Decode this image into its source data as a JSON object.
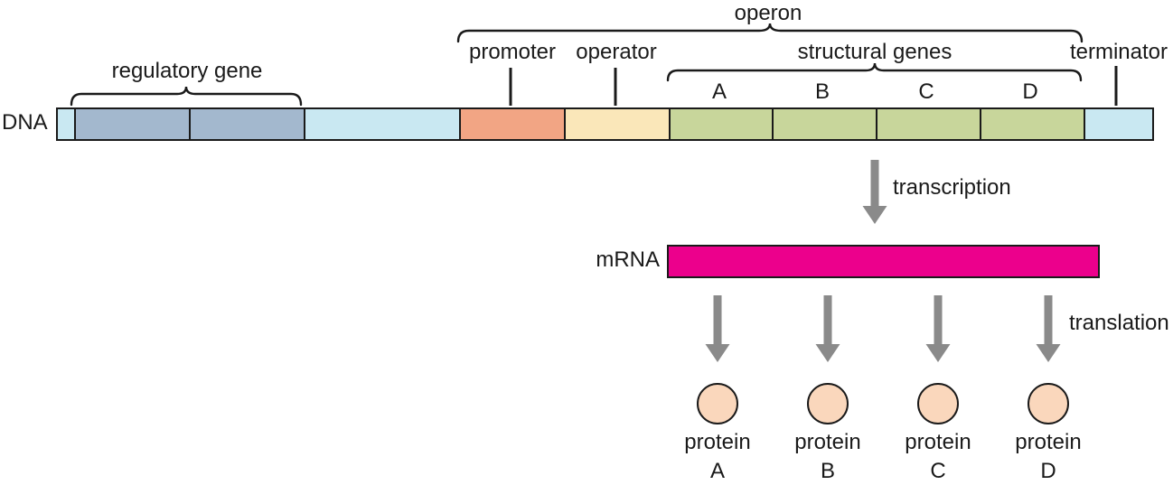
{
  "diagram": {
    "dna": "DNA",
    "operon": "operon",
    "regulatory_gene": "regulatory gene",
    "promoter": "promoter",
    "operator": "operator",
    "structural_genes": "structural genes",
    "terminator": "terminator",
    "transcription": "transcription",
    "mrna": "mRNA",
    "translation": "translation"
  },
  "genes": [
    "A",
    "B",
    "C",
    "D"
  ],
  "proteins": [
    {
      "word": "protein",
      "letter": "A"
    },
    {
      "word": "protein",
      "letter": "B"
    },
    {
      "word": "protein",
      "letter": "C"
    },
    {
      "word": "protein",
      "letter": "D"
    }
  ],
  "colors": {
    "dna_backbone_blue": "#C9E8F2",
    "regulatory_gene_blue_gray": "#A3B8CE",
    "promoter_salmon": "#F2A584",
    "operator_cream": "#FAE7B9",
    "structural_gene_green": "#C8D69B",
    "terminator_blue": "#C9E8F2",
    "mrna_magenta": "#EC008C",
    "protein_peach": "#FAD7BC",
    "arrow_gray": "#8A8A8A"
  }
}
